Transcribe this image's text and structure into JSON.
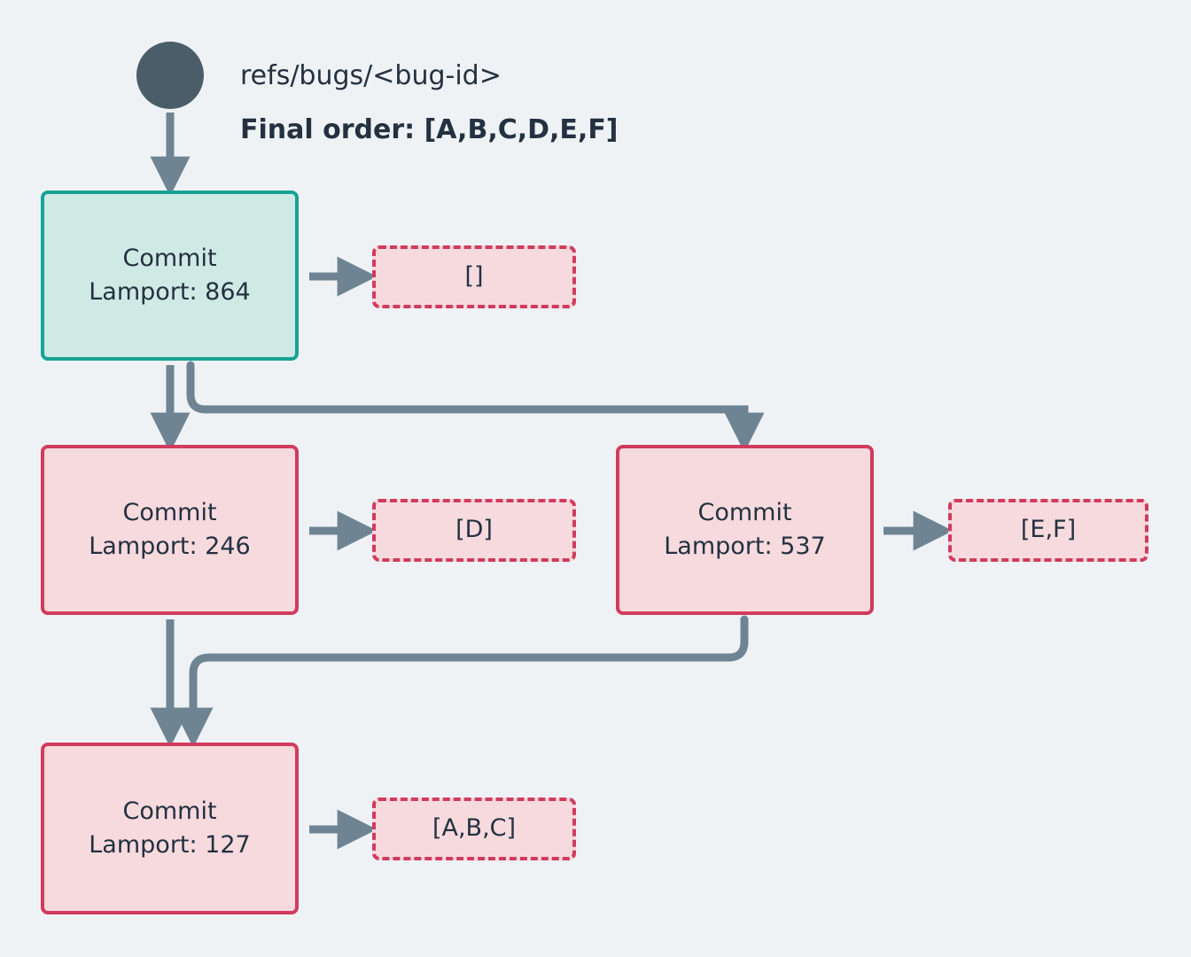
{
  "diagram": {
    "background_color": "#eff2f5",
    "title_ref": "refs/bugs/<bug-id>",
    "final_order_label": "Final order: [A,B,C,D,E,F]",
    "colors": {
      "start_border": "#16a396",
      "start_fill": "#cfe9e5",
      "commit_border": "#d13b5c",
      "commit_fill": "#f7dade",
      "edge": "#6f8493",
      "root_dot": "#4b5d69",
      "text": "#233140"
    },
    "root": {
      "name": "root-node"
    },
    "commits": [
      {
        "id": "commit-864",
        "line1": "Commit",
        "line2": "Lamport: 864",
        "lamport": 864,
        "kind": "head",
        "payload": "[]"
      },
      {
        "id": "commit-246",
        "line1": "Commit",
        "line2": "Lamport: 246",
        "lamport": 246,
        "kind": "commit",
        "payload": "[D]"
      },
      {
        "id": "commit-537",
        "line1": "Commit",
        "line2": "Lamport: 537",
        "lamport": 537,
        "kind": "commit",
        "payload": "[E,F]"
      },
      {
        "id": "commit-127",
        "line1": "Commit",
        "line2": "Lamport: 127",
        "lamport": 127,
        "kind": "commit",
        "payload": "[A,B,C]"
      }
    ],
    "edges": [
      {
        "from": "root-node",
        "to": "commit-864"
      },
      {
        "from": "commit-864",
        "to": "commit-246"
      },
      {
        "from": "commit-864",
        "to": "commit-537"
      },
      {
        "from": "commit-246",
        "to": "commit-127"
      },
      {
        "from": "commit-537",
        "to": "commit-127"
      },
      {
        "from": "commit-864",
        "to": "payload-864"
      },
      {
        "from": "commit-246",
        "to": "payload-246"
      },
      {
        "from": "commit-537",
        "to": "payload-537"
      },
      {
        "from": "commit-127",
        "to": "payload-127"
      }
    ]
  }
}
